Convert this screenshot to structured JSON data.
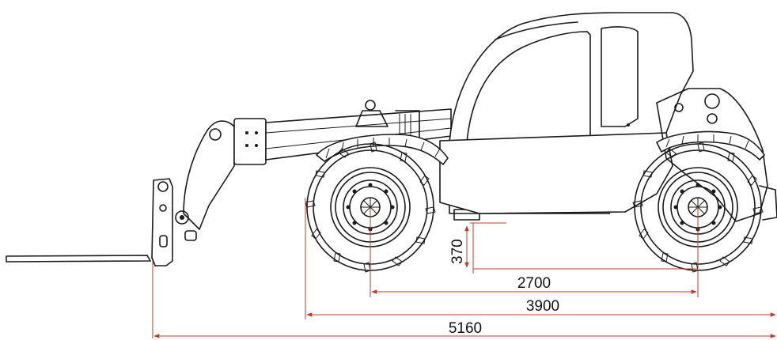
{
  "dimensions": {
    "overall_length": "5160",
    "front_overhang_to_rear_axle": "3900",
    "wheelbase": "2700",
    "ground_clearance": "370"
  },
  "colors": {
    "outline": "#1a1a1a",
    "dimension_line": "#c0392b",
    "dimension_text": "#111111",
    "background": "#ffffff"
  }
}
